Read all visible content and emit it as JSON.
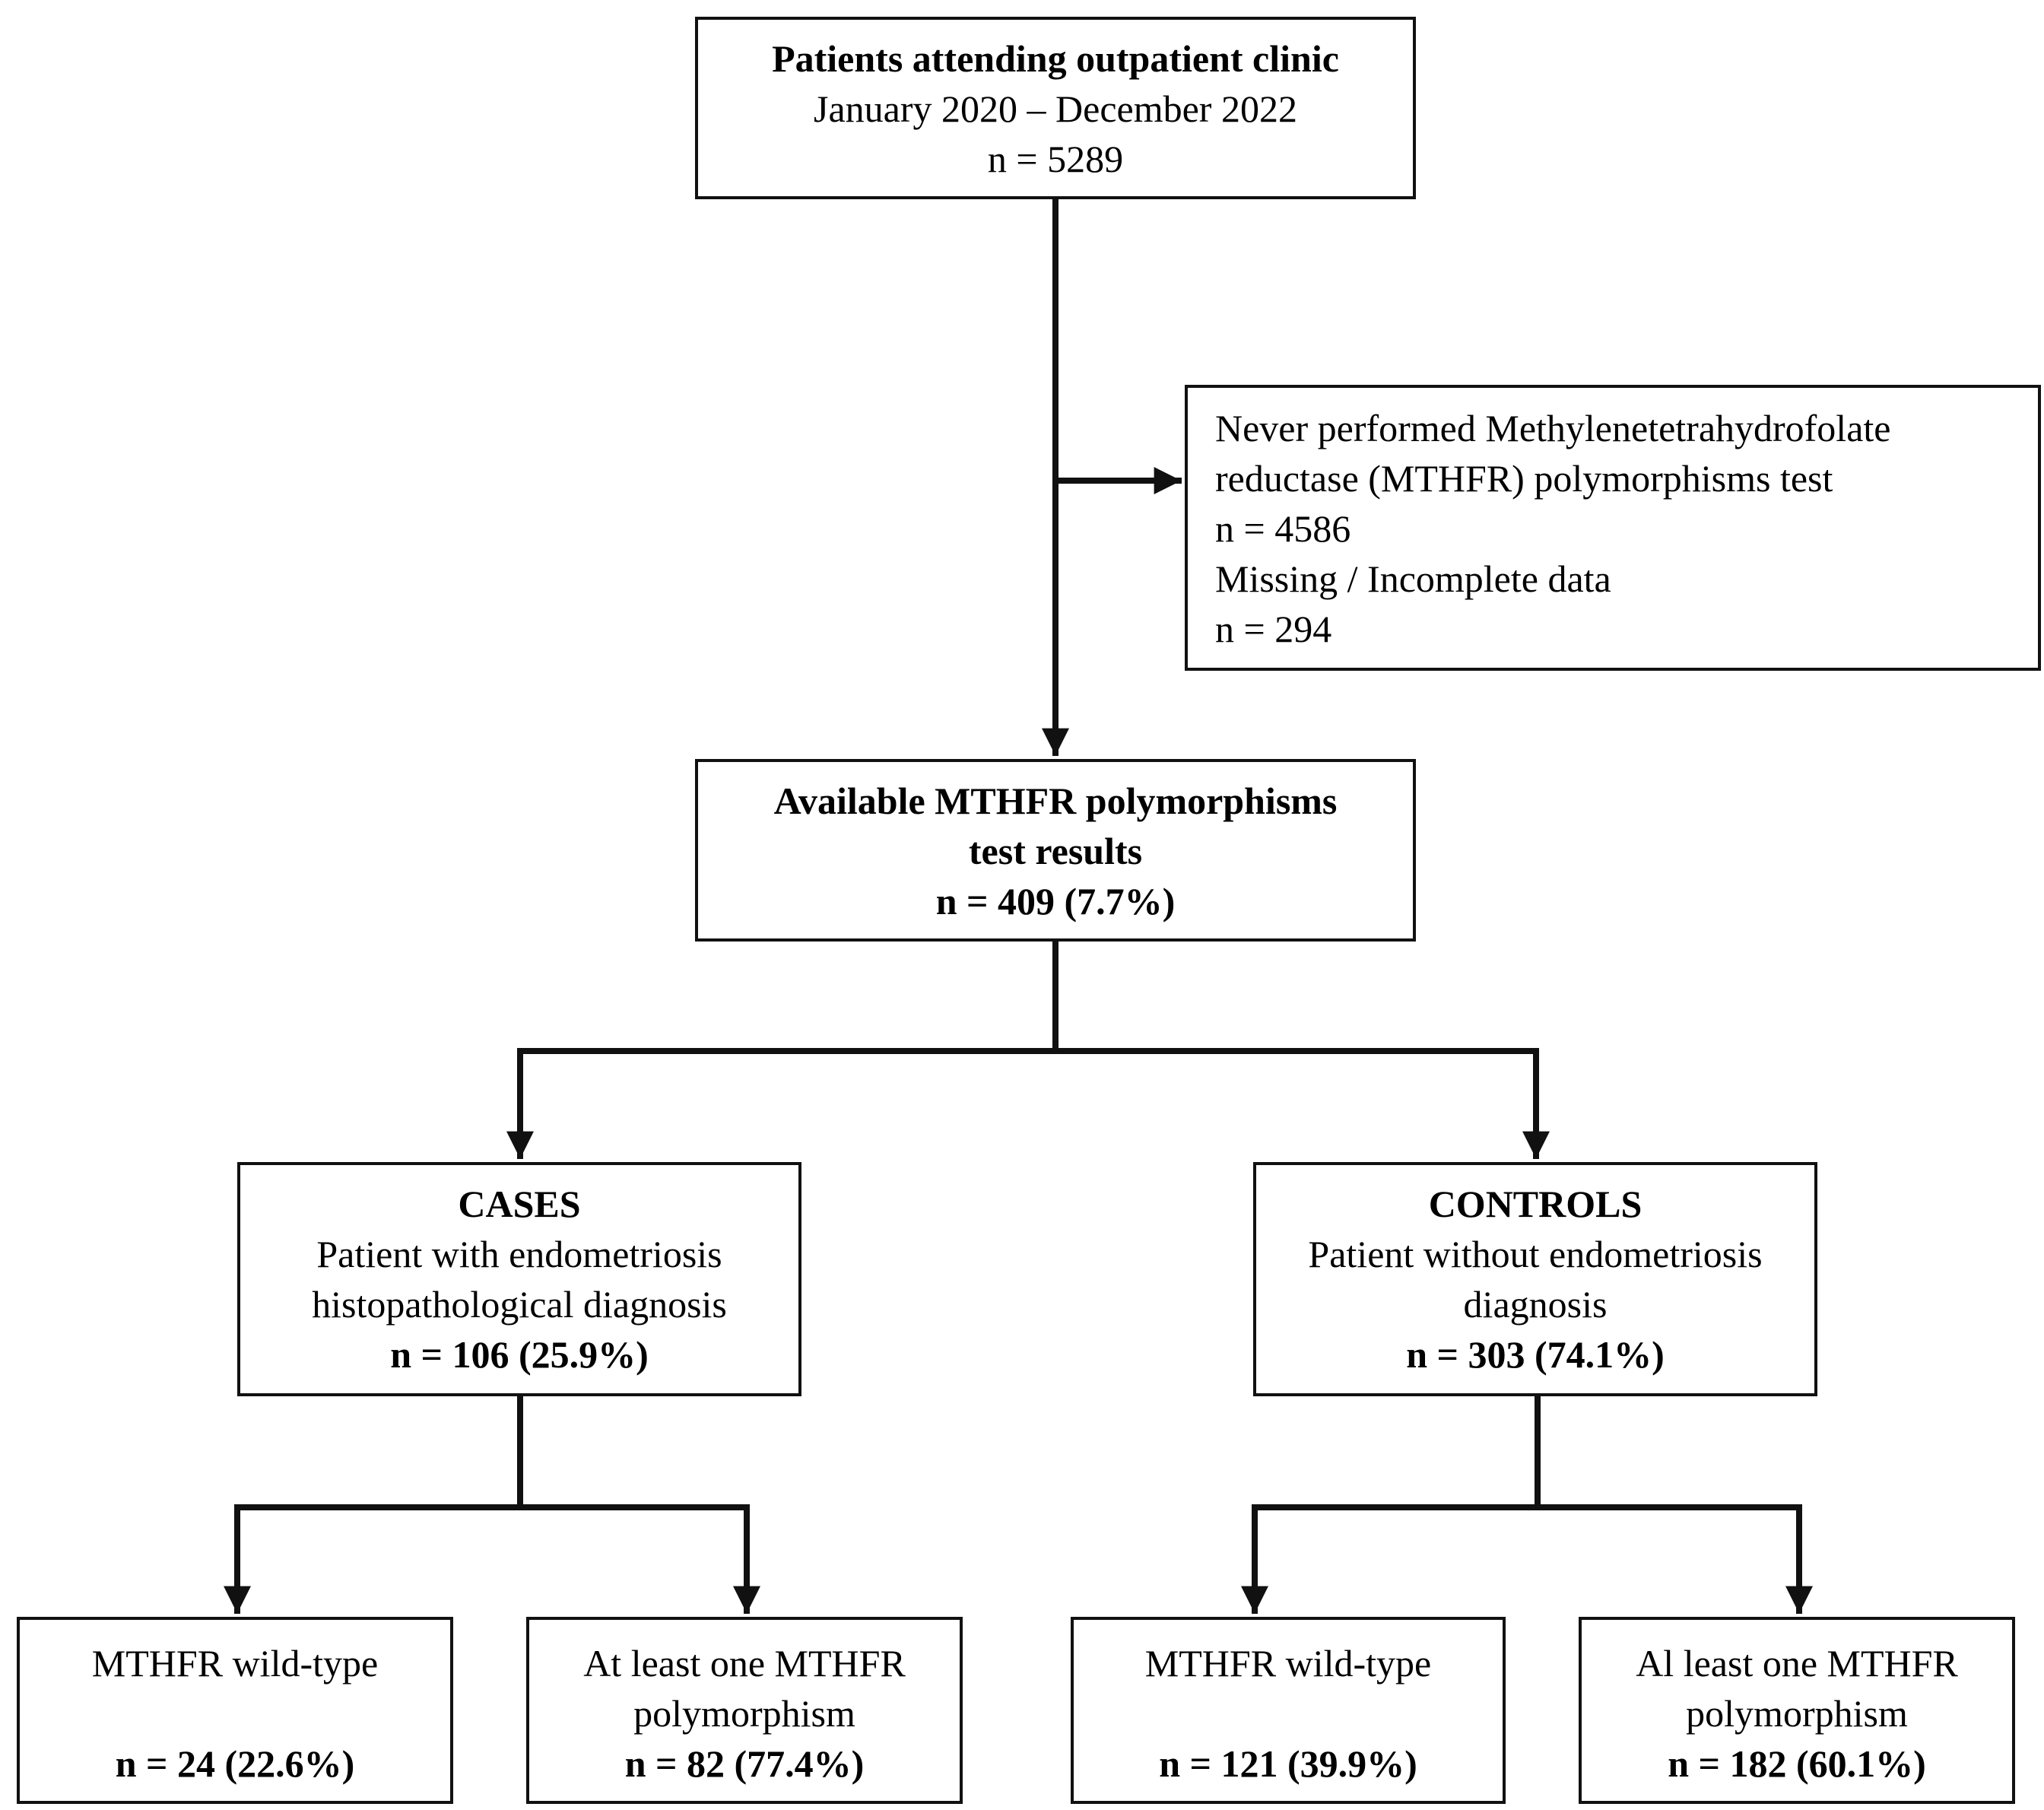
{
  "top_box": {
    "title": "Patients attending outpatient clinic",
    "period": "January 2020 – December 2022",
    "count": "n = 5289"
  },
  "excluded_box": {
    "line1": "Never performed Methylenetetrahydrofolate",
    "line2": "reductase (MTHFR) polymorphisms test",
    "count1": "n = 4586",
    "line3": "Missing / Incomplete data",
    "count2": "n = 294"
  },
  "available_box": {
    "line1": "Available MTHFR polymorphisms",
    "line2": "test results",
    "count": "n = 409 (7.7%)"
  },
  "cases_box": {
    "title": "CASES",
    "line1": "Patient with endometriosis",
    "line2": "histopathological diagnosis",
    "count": "n = 106 (25.9%)"
  },
  "controls_box": {
    "title": "CONTROLS",
    "line1": "Patient without endometriosis",
    "line2": "diagnosis",
    "count": "n = 303 (74.1%)"
  },
  "cases_wildtype_box": {
    "line1": "MTHFR wild-type",
    "count": "n = 24 (22.6%)"
  },
  "cases_polymorphism_box": {
    "line1": "At least one MTHFR",
    "line2": "polymorphism",
    "count": "n = 82 (77.4%)"
  },
  "controls_wildtype_box": {
    "line1": "MTHFR wild-type",
    "count": "n = 121 (39.9%)"
  },
  "controls_polymorphism_box": {
    "line1": "Al least one MTHFR",
    "line2": "polymorphism",
    "count": "n = 182 (60.1%)"
  }
}
